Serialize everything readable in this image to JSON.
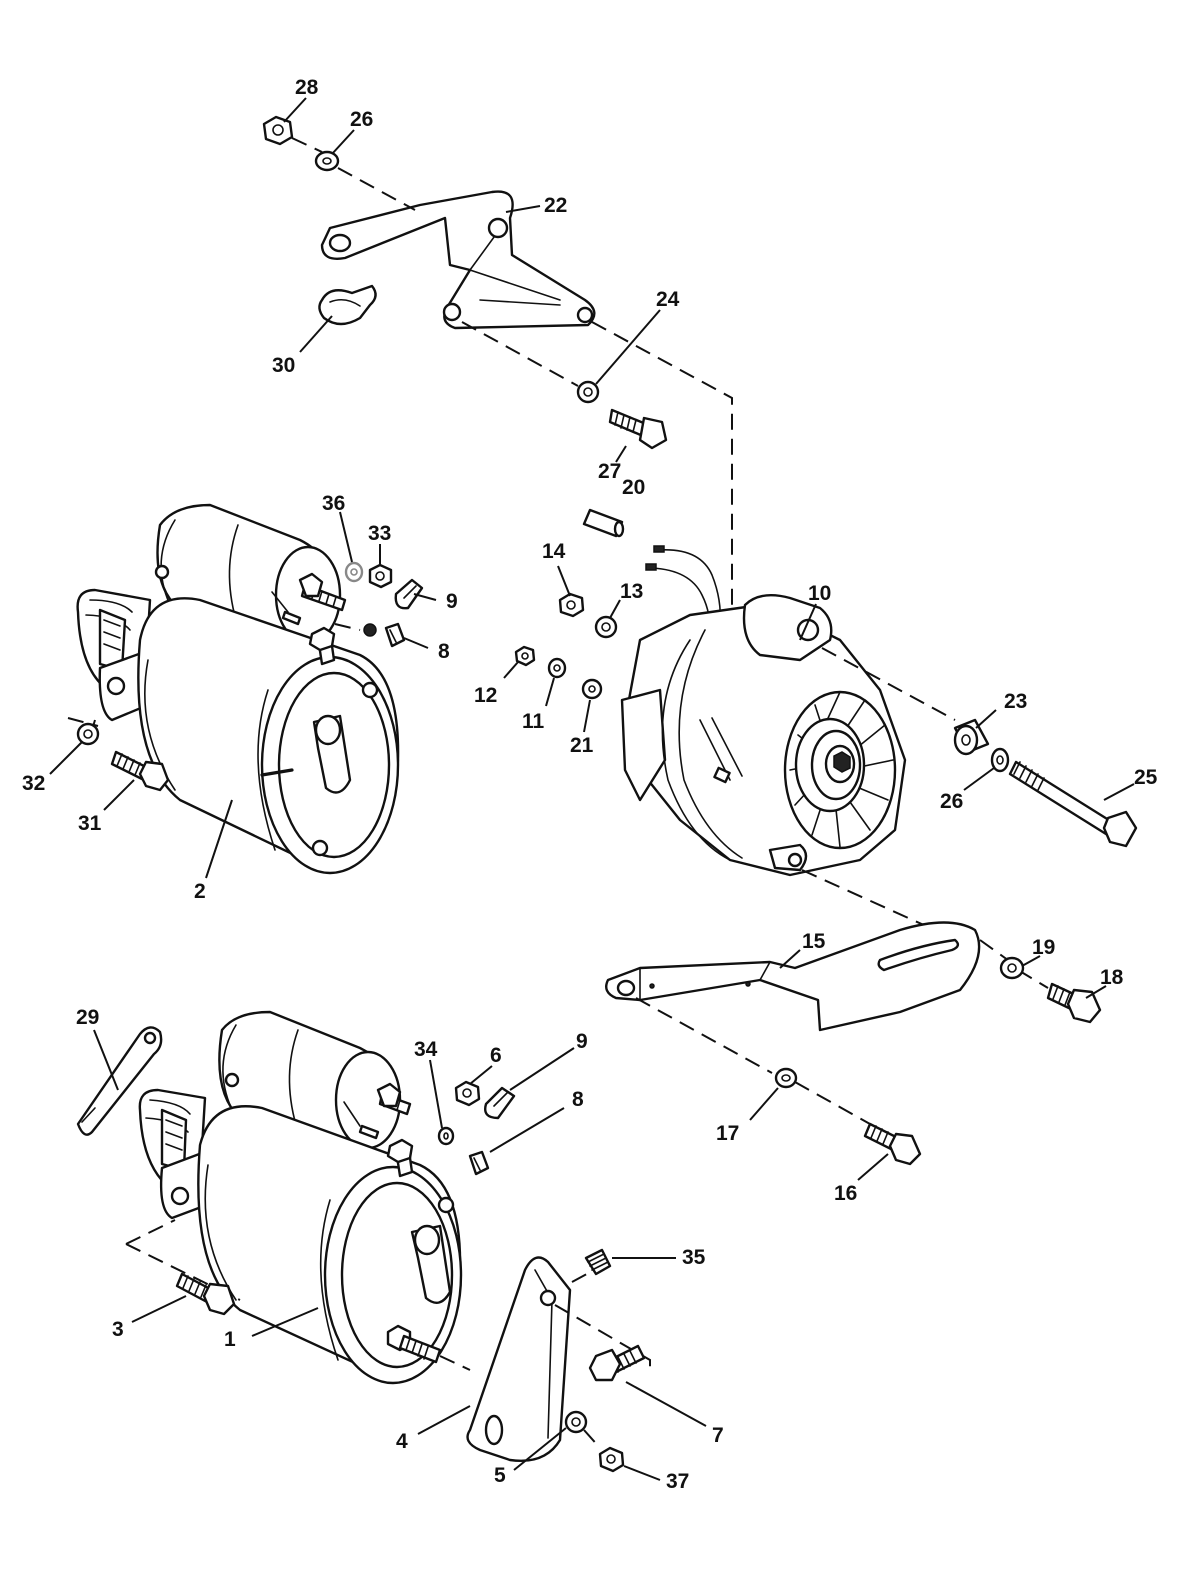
{
  "callouts": [
    {
      "id": "c28",
      "label": "28"
    },
    {
      "id": "c26a",
      "label": "26"
    },
    {
      "id": "c22",
      "label": "22"
    },
    {
      "id": "c24",
      "label": "24"
    },
    {
      "id": "c30",
      "label": "30"
    },
    {
      "id": "c27",
      "label": "27"
    },
    {
      "id": "c20",
      "label": "20"
    },
    {
      "id": "c36",
      "label": "36"
    },
    {
      "id": "c33",
      "label": "33"
    },
    {
      "id": "c9a",
      "label": "9"
    },
    {
      "id": "c8a",
      "label": "8"
    },
    {
      "id": "c14",
      "label": "14"
    },
    {
      "id": "c13",
      "label": "13"
    },
    {
      "id": "c10",
      "label": "10"
    },
    {
      "id": "c12",
      "label": "12"
    },
    {
      "id": "c11",
      "label": "11"
    },
    {
      "id": "c21",
      "label": "21"
    },
    {
      "id": "c23",
      "label": "23"
    },
    {
      "id": "c25",
      "label": "25"
    },
    {
      "id": "c26b",
      "label": "26"
    },
    {
      "id": "c32",
      "label": "32"
    },
    {
      "id": "c31",
      "label": "31"
    },
    {
      "id": "c2",
      "label": "2"
    },
    {
      "id": "c15",
      "label": "15"
    },
    {
      "id": "c19",
      "label": "19"
    },
    {
      "id": "c18",
      "label": "18"
    },
    {
      "id": "c29",
      "label": "29"
    },
    {
      "id": "c34",
      "label": "34"
    },
    {
      "id": "c6",
      "label": "6"
    },
    {
      "id": "c9b",
      "label": "9"
    },
    {
      "id": "c8b",
      "label": "8"
    },
    {
      "id": "c17",
      "label": "17"
    },
    {
      "id": "c16",
      "label": "16"
    },
    {
      "id": "c35",
      "label": "35"
    },
    {
      "id": "c3",
      "label": "3"
    },
    {
      "id": "c1",
      "label": "1"
    },
    {
      "id": "c7",
      "label": "7"
    },
    {
      "id": "c4",
      "label": "4"
    },
    {
      "id": "c5",
      "label": "5"
    },
    {
      "id": "c37",
      "label": "37"
    }
  ]
}
